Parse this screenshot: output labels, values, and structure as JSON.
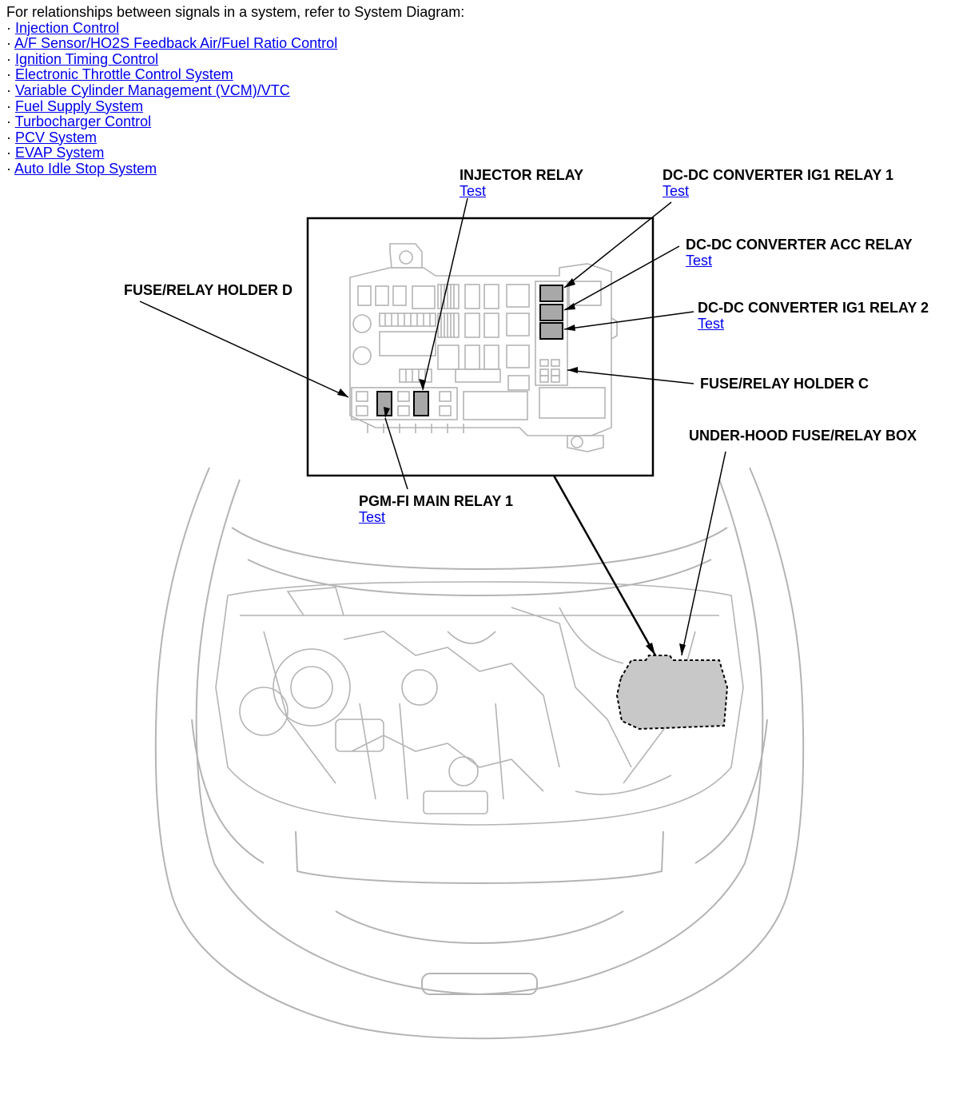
{
  "intro": {
    "heading": "For relationships between signals in a system, refer to System Diagram:",
    "bullet": "·",
    "links": [
      "Injection Control",
      "A/F Sensor/HO2S Feedback Air/Fuel Ratio Control",
      "Ignition Timing Control",
      "Electronic Throttle Control System",
      "Variable Cylinder Management (VCM)/VTC",
      "Fuel Supply System",
      "Turbocharger Control",
      "PCV System",
      "EVAP System",
      "Auto Idle Stop System"
    ]
  },
  "callouts": {
    "injector_relay": {
      "title": "INJECTOR RELAY",
      "link": "Test"
    },
    "dcdc_ig1_relay_1": {
      "title": "DC-DC CONVERTER IG1 RELAY 1",
      "link": "Test"
    },
    "dcdc_acc_relay": {
      "title": "DC-DC CONVERTER ACC RELAY",
      "link": "Test"
    },
    "dcdc_ig1_relay_2": {
      "title": "DC-DC CONVERTER IG1 RELAY 2",
      "link": "Test"
    },
    "fuse_relay_holder_d": {
      "title": "FUSE/RELAY HOLDER D"
    },
    "fuse_relay_holder_c": {
      "title": "FUSE/RELAY HOLDER C"
    },
    "under_hood_box": {
      "title": "UNDER-HOOD FUSE/RELAY BOX"
    },
    "pgm_fi_main_relay_1": {
      "title": "PGM-FI MAIN RELAY 1",
      "link": "Test"
    }
  },
  "colors": {
    "link": "#0000ee",
    "highlight": "#c8c8c8",
    "line_art": "#b4b4b4"
  }
}
